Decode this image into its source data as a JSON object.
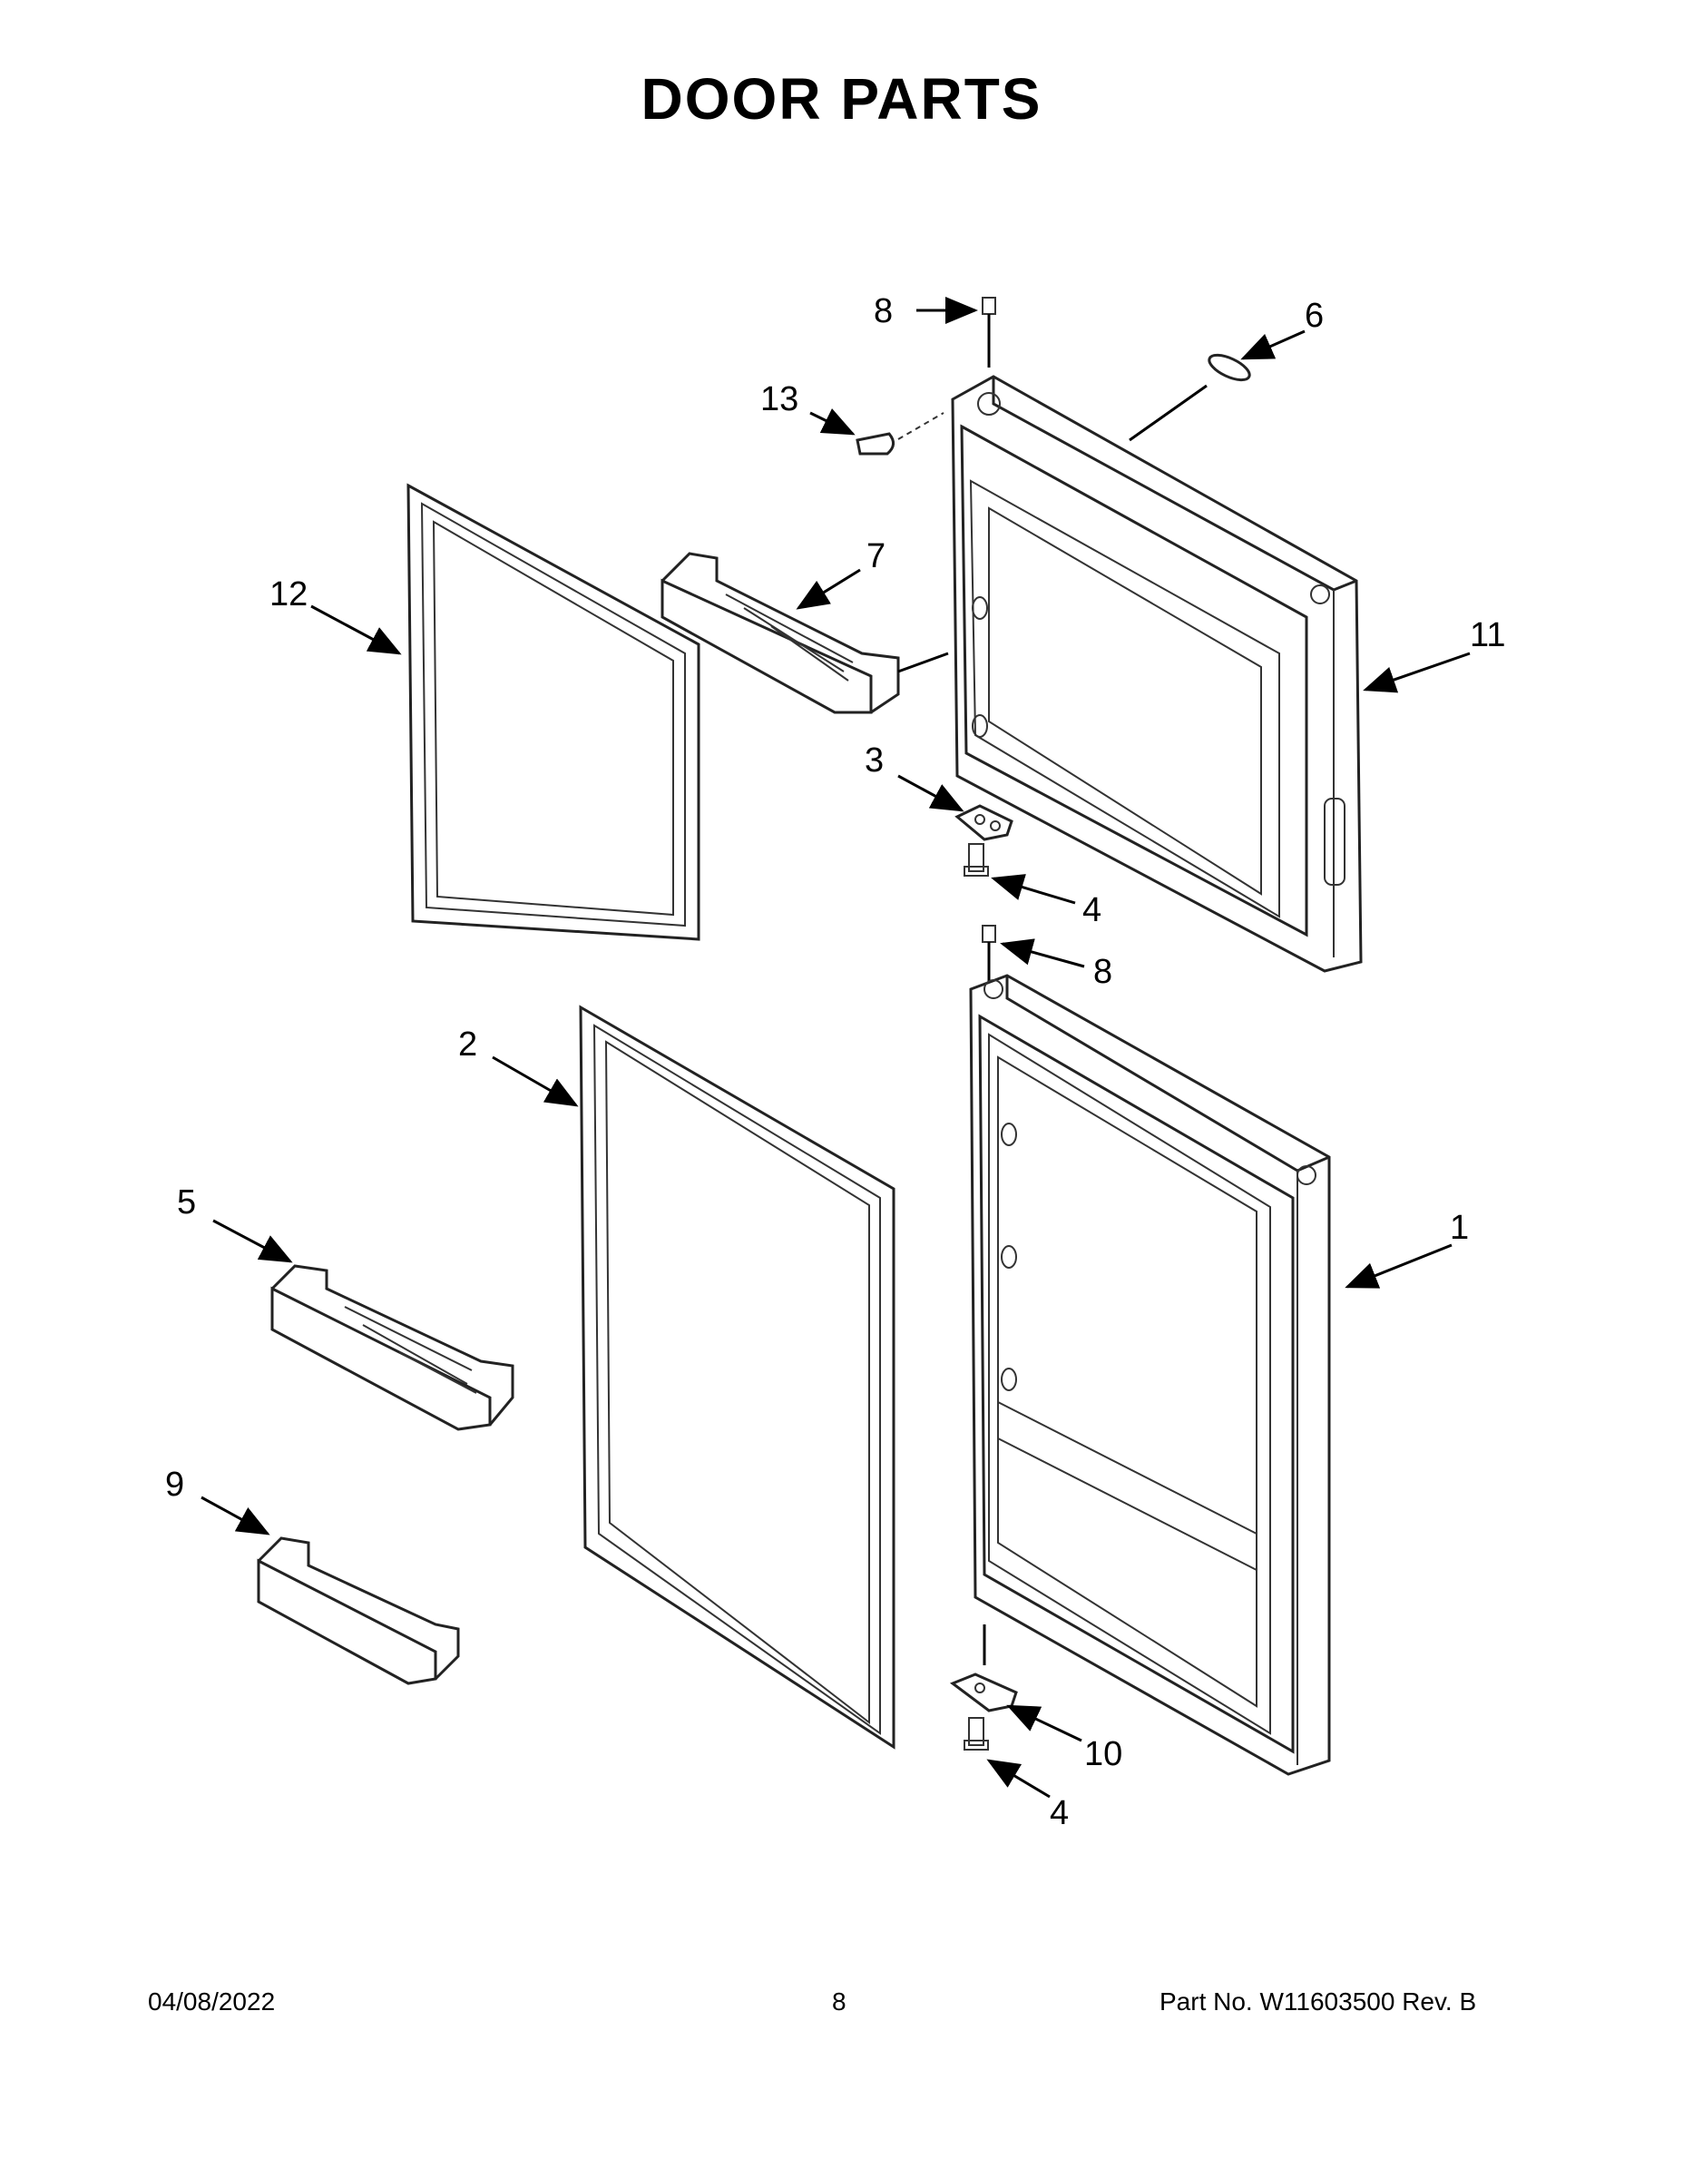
{
  "title": "DOOR PARTS",
  "footer": {
    "date": "04/08/2022",
    "page": "8",
    "part_number": "Part No.  W11603500  Rev.  B"
  },
  "callouts": [
    "8",
    "6",
    "13",
    "7",
    "12",
    "11",
    "3",
    "4",
    "8",
    "2",
    "1",
    "5",
    "9",
    "10",
    "4"
  ]
}
